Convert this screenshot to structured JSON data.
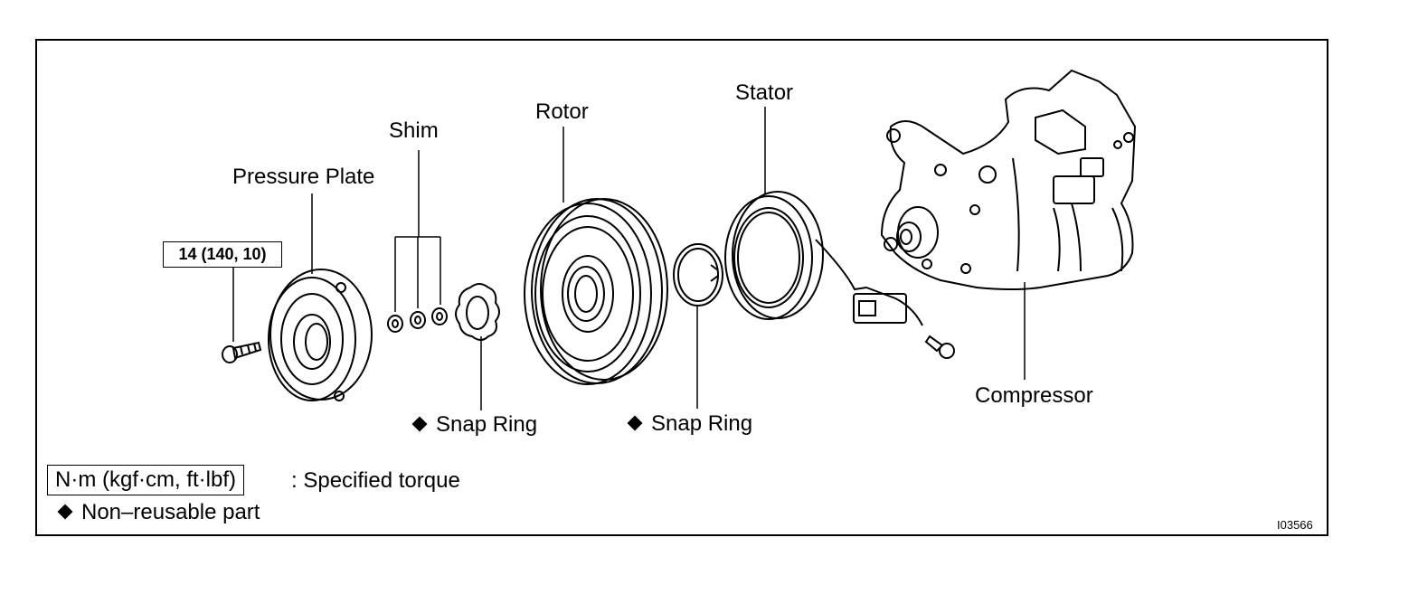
{
  "labels": {
    "pressure_plate": "Pressure Plate",
    "shim": "Shim",
    "rotor": "Rotor",
    "stator": "Stator",
    "compressor": "Compressor",
    "snap_ring_1": "Snap Ring",
    "snap_ring_2": "Snap Ring"
  },
  "torque_spec": "14 (140, 10)",
  "legend": {
    "torque_unit": "N·m (kgf·cm, ft·lbf)",
    "torque_desc": ": Specified torque",
    "non_reusable": "Non–reusable part"
  },
  "figure_code": "I03566",
  "icons": {
    "non_reusable_marker": "black-diamond"
  }
}
